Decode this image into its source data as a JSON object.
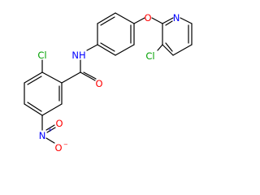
{
  "molecule": {
    "atoms": [
      {
        "id": "cl1",
        "text": "Cl",
        "color": "#00a000"
      },
      {
        "id": "nh",
        "text": "NH",
        "color": "#0000ff"
      },
      {
        "id": "o_ether",
        "text": "O",
        "color": "#ff0000"
      },
      {
        "id": "n_pyr",
        "text": "N",
        "color": "#0000ff"
      },
      {
        "id": "cl2",
        "text": "Cl",
        "color": "#00a000"
      },
      {
        "id": "o_carbonyl",
        "text": "O",
        "color": "#ff0000"
      },
      {
        "id": "n_nitro",
        "text": "N",
        "color": "#0000ff"
      },
      {
        "id": "o_nitro_top",
        "text": "O",
        "color": "#ff0000"
      },
      {
        "id": "o_nitro_bottom",
        "text": "O",
        "color": "#ff0000"
      }
    ],
    "charges": {
      "n_nitro": "+",
      "o_nitro_bottom": "−"
    }
  }
}
